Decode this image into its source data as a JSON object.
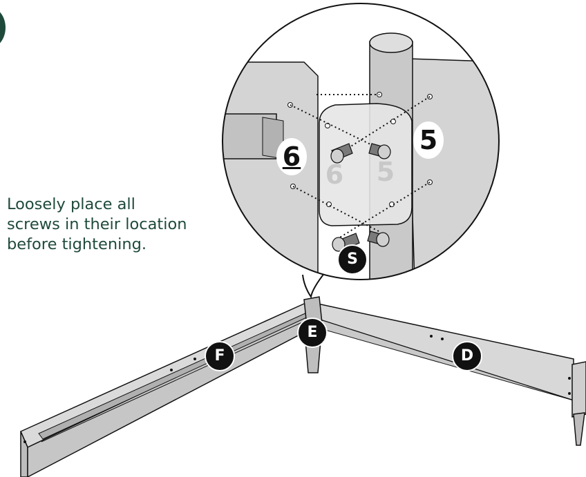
{
  "instruction": {
    "line1": "Loosely place all",
    "line2": "screws in their location",
    "line3": "before tightening."
  },
  "callouts": {
    "screw": "S",
    "bracket": "E",
    "rail_left": "F",
    "rail_right": "D"
  },
  "part_numbers": {
    "left_panel": "6",
    "right_panel": "5",
    "bracket_left": "6",
    "bracket_right": "5"
  },
  "colors": {
    "text_accent": "#1f4a3b",
    "part_light": "#dcdcdc",
    "part_mid": "#c4c4c4",
    "part_dark": "#a8a8a8",
    "outline": "#111111",
    "callout_bg": "#111111"
  }
}
